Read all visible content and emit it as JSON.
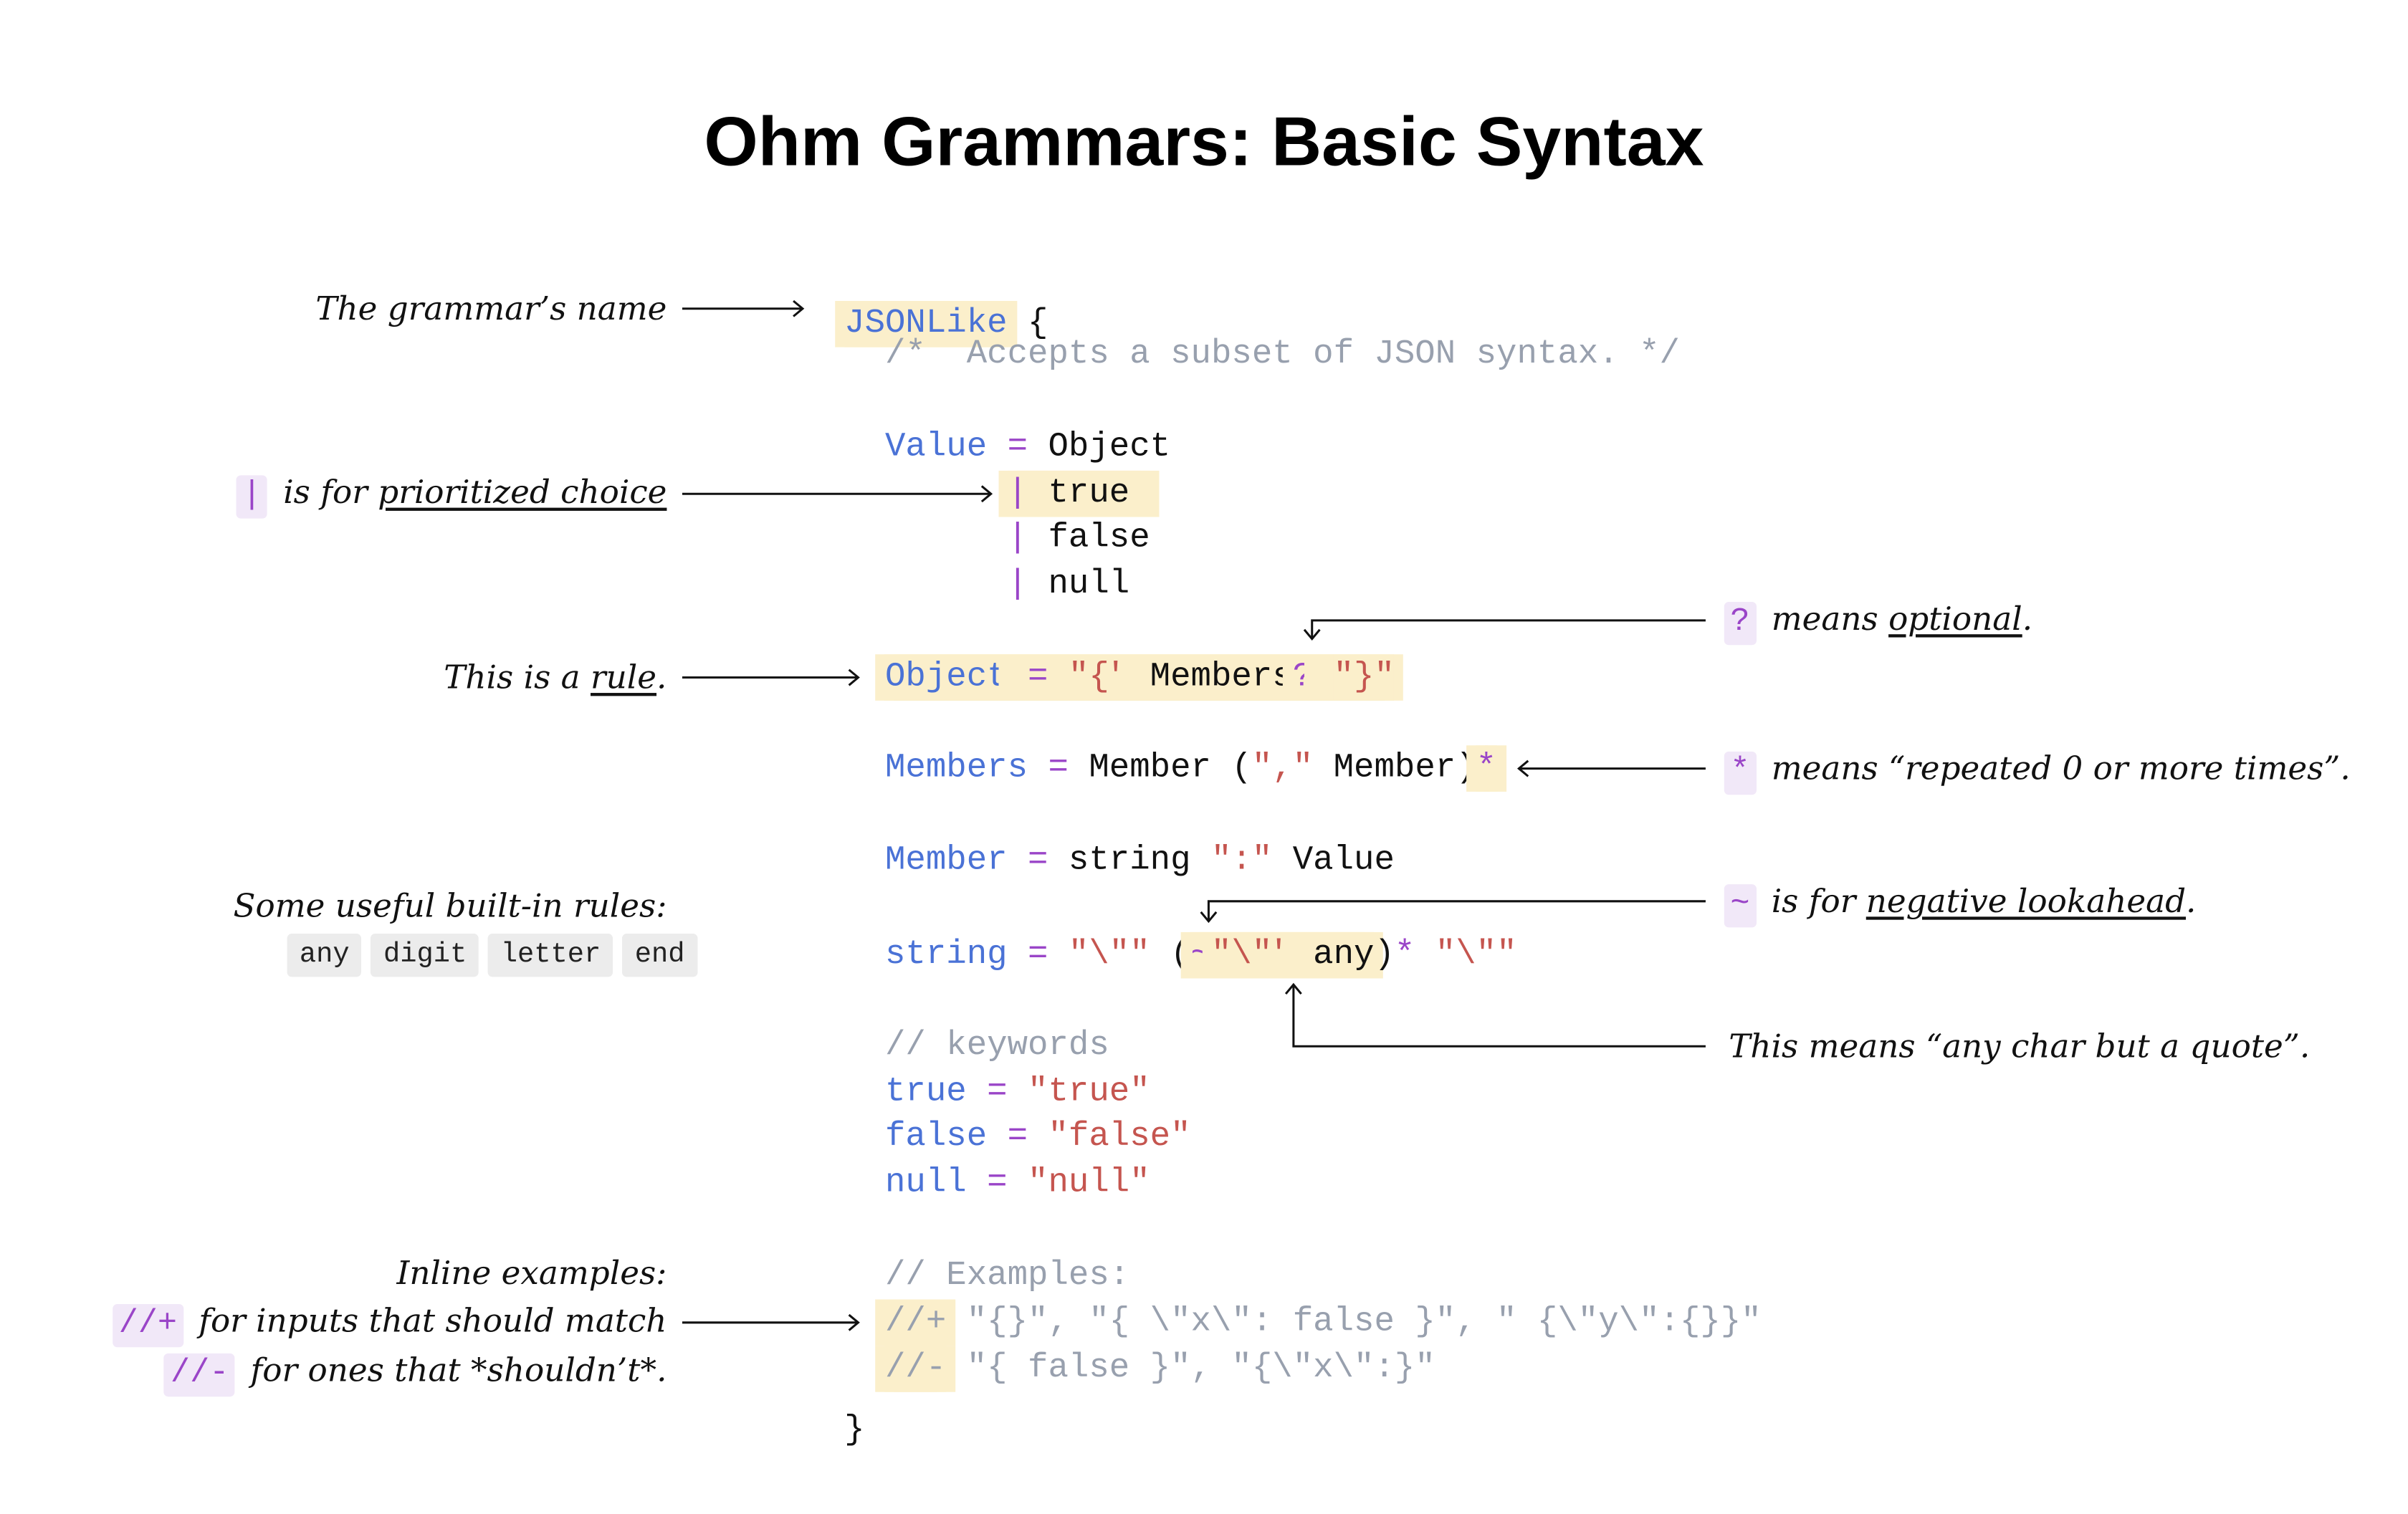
{
  "title": "Ohm Grammars: Basic Syntax",
  "colors": {
    "rule_name": "#4a72d6",
    "operator": "#9a45c8",
    "string": "#c5554f",
    "comment": "#98a0ae",
    "highlight": "#fbefcb",
    "badge_bg": "#f1e8f8"
  },
  "code": {
    "lines": [
      {
        "indent": "",
        "tokens": [
          {
            "t": "JSONLike",
            "c": "k",
            "hl": true
          },
          {
            "t": " {",
            "c": "d"
          }
        ]
      },
      {
        "indent": "  ",
        "tokens": [
          {
            "t": "/*  Accepts a subset of JSON syntax. */",
            "c": "g"
          }
        ]
      },
      {
        "indent": "  ",
        "tokens": [
          {
            "t": "Value",
            "c": "k"
          },
          {
            "t": " = ",
            "c": "p"
          },
          {
            "t": "Object",
            "c": "d"
          }
        ]
      },
      {
        "indent": "        ",
        "tokens": [
          {
            "t": "| ",
            "c": "p",
            "hl": true
          },
          {
            "t": "true ",
            "c": "d",
            "hl": true
          }
        ]
      },
      {
        "indent": "        ",
        "tokens": [
          {
            "t": "| ",
            "c": "p"
          },
          {
            "t": "false",
            "c": "d"
          }
        ]
      },
      {
        "indent": "        ",
        "tokens": [
          {
            "t": "| ",
            "c": "p"
          },
          {
            "t": "null",
            "c": "d"
          }
        ]
      },
      {
        "indent": "  ",
        "tokens": [
          {
            "t": "Object",
            "c": "k",
            "hl": true
          },
          {
            "t": " = ",
            "c": "p",
            "hl": true
          },
          {
            "t": "\"{\"",
            "c": "s",
            "hl": true
          },
          {
            "t": " Members",
            "c": "d",
            "hl": true
          },
          {
            "t": "?",
            "c": "p",
            "hl": true
          },
          {
            "t": " ",
            "c": "d",
            "hl": true
          },
          {
            "t": "\"}\"",
            "c": "s",
            "hl": true
          }
        ]
      },
      {
        "indent": "  ",
        "tokens": [
          {
            "t": "Members",
            "c": "k"
          },
          {
            "t": " = ",
            "c": "p"
          },
          {
            "t": "Member (",
            "c": "d"
          },
          {
            "t": "\",\"",
            "c": "s"
          },
          {
            "t": " Member)",
            "c": "d"
          },
          {
            "t": "*",
            "c": "p",
            "hl": true
          }
        ]
      },
      {
        "indent": "  ",
        "tokens": [
          {
            "t": "Member",
            "c": "k"
          },
          {
            "t": " = ",
            "c": "p"
          },
          {
            "t": "string ",
            "c": "d"
          },
          {
            "t": "\":\"",
            "c": "s"
          },
          {
            "t": " Value",
            "c": "d"
          }
        ]
      },
      {
        "indent": "  ",
        "tokens": [
          {
            "t": "string",
            "c": "k"
          },
          {
            "t": " = ",
            "c": "p"
          },
          {
            "t": "\"\\\"\"",
            "c": "s"
          },
          {
            "t": " (",
            "c": "d"
          },
          {
            "t": "~",
            "c": "p",
            "hl": true
          },
          {
            "t": "\"\\\"\"",
            "c": "s",
            "hl": true
          },
          {
            "t": " any",
            "c": "d",
            "hl": true
          },
          {
            "t": ")",
            "c": "d"
          },
          {
            "t": "*",
            "c": "p"
          },
          {
            "t": " ",
            "c": "d"
          },
          {
            "t": "\"\\\"\"",
            "c": "s"
          }
        ]
      },
      {
        "indent": "  ",
        "tokens": [
          {
            "t": "// keywords",
            "c": "g"
          }
        ]
      },
      {
        "indent": "  ",
        "tokens": [
          {
            "t": "true",
            "c": "k"
          },
          {
            "t": " = ",
            "c": "p"
          },
          {
            "t": "\"true\"",
            "c": "s"
          }
        ]
      },
      {
        "indent": "  ",
        "tokens": [
          {
            "t": "false",
            "c": "k"
          },
          {
            "t": " = ",
            "c": "p"
          },
          {
            "t": "\"false\"",
            "c": "s"
          }
        ]
      },
      {
        "indent": "  ",
        "tokens": [
          {
            "t": "null",
            "c": "k"
          },
          {
            "t": " = ",
            "c": "p"
          },
          {
            "t": "\"null\"",
            "c": "s"
          }
        ]
      },
      {
        "indent": "  ",
        "tokens": [
          {
            "t": "// Examples:",
            "c": "g"
          }
        ]
      },
      {
        "indent": "  ",
        "tokens": [
          {
            "t": "//+",
            "c": "g",
            "hl": true
          },
          {
            "t": " \"{}\", \"{ \\\"x\\\": false }\", \" {\\\"y\\\":{}}\"",
            "c": "g"
          }
        ]
      },
      {
        "indent": "  ",
        "tokens": [
          {
            "t": "//-",
            "c": "g",
            "hl": true
          },
          {
            "t": " \"{ false }\", \"{\\\"x\\\":}\"",
            "c": "g"
          }
        ]
      },
      {
        "indent": "",
        "tokens": [
          {
            "t": "}",
            "c": "d"
          }
        ]
      }
    ]
  },
  "left_annotations": {
    "name": "The grammar’s name",
    "choice": {
      "badge": "|",
      "pre": "is for ",
      "u": "prioritized choice"
    },
    "rule": {
      "pre": "This is a ",
      "u": "rule",
      "post": "."
    },
    "builtins": {
      "label": "Some useful built-in rules:",
      "chips": [
        "any",
        "digit",
        "letter",
        "end"
      ]
    },
    "examples": {
      "label": "Inline examples:",
      "pos_badge": "//+",
      "pos_text": "for inputs that should match",
      "neg_badge": "//-",
      "neg_text": "for ones that *shouldn’t*."
    }
  },
  "right_annotations": {
    "optional": {
      "badge": "?",
      "pre": "means ",
      "u": "optional",
      "post": "."
    },
    "repeat": {
      "badge": "*",
      "text": "means “repeated 0 or more times”."
    },
    "lookahead": {
      "badge": "~",
      "pre": "is for ",
      "u": "negative lookahead",
      "post": "."
    },
    "anychar": {
      "text": "This means “any char but a quote”."
    }
  }
}
